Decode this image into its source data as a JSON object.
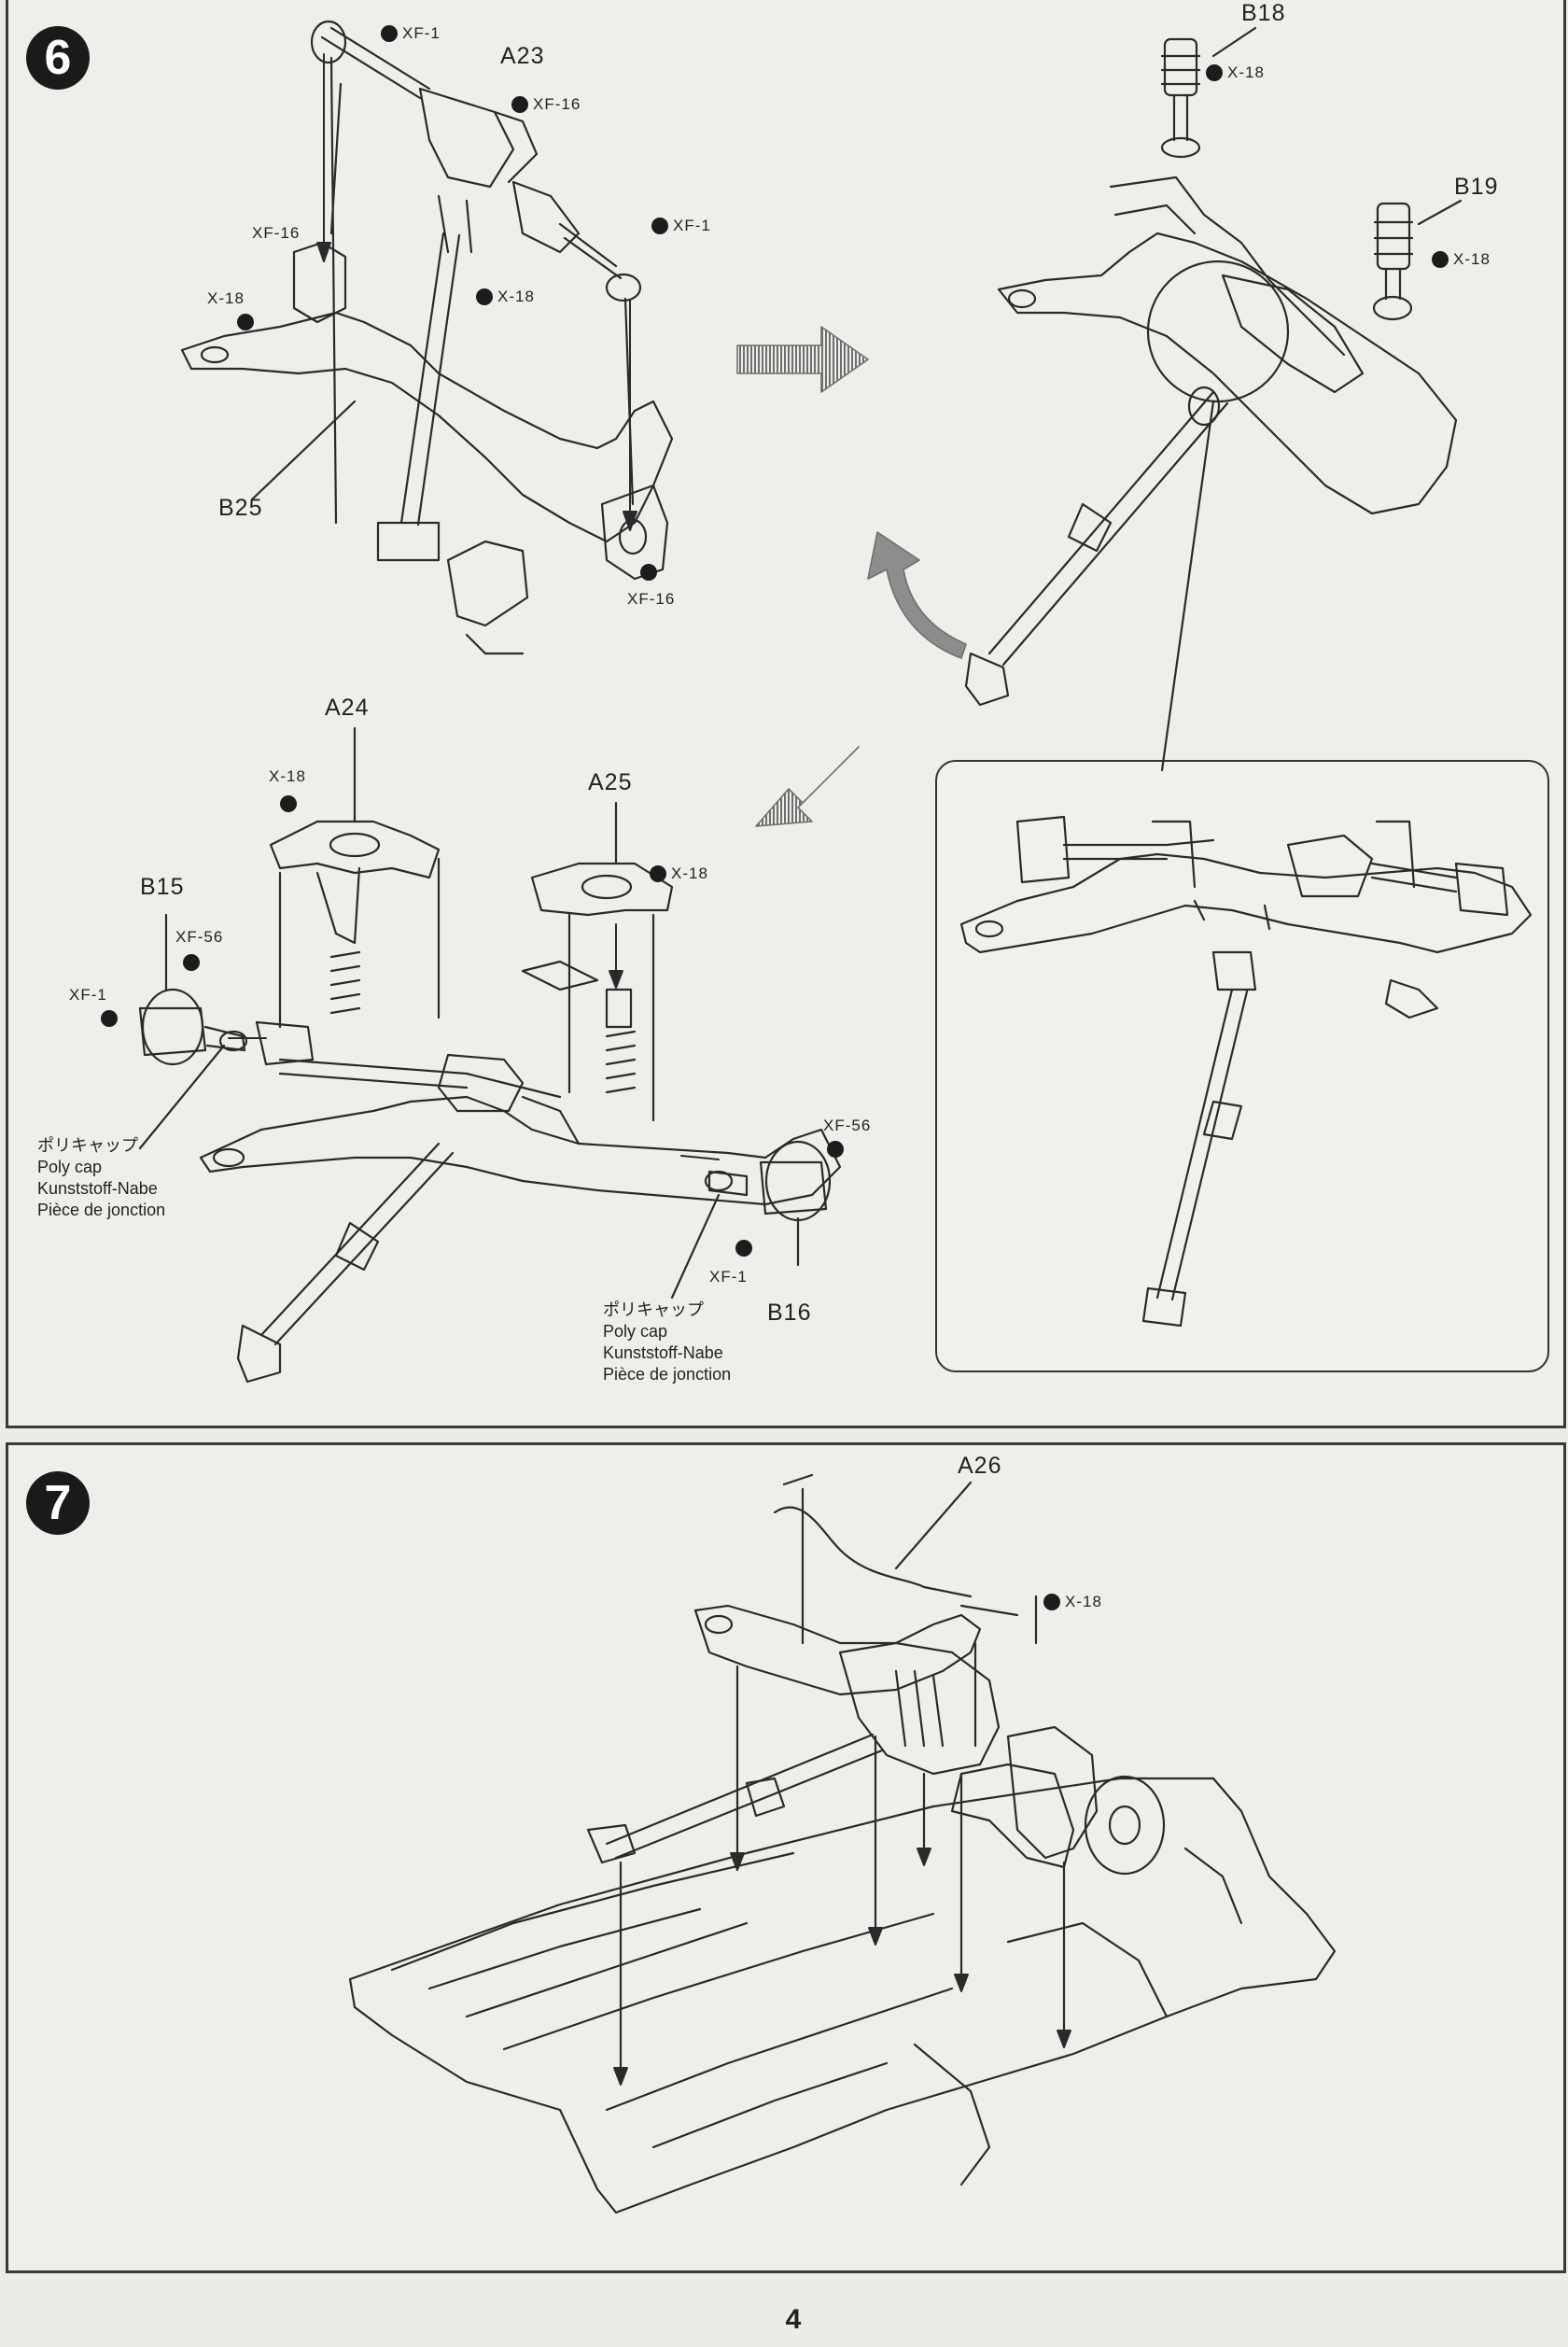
{
  "steps": {
    "step6": "6",
    "step7": "7"
  },
  "parts": {
    "a23": "A23",
    "a24": "A24",
    "a25": "A25",
    "a26": "A26",
    "b15": "B15",
    "b16": "B16",
    "b18": "B18",
    "b19": "B19",
    "b25": "B25"
  },
  "paints": {
    "xf1": "XF-1",
    "xf16": "XF-16",
    "xf56": "XF-56",
    "x18": "X-18"
  },
  "poly_cap_note": {
    "jp": "ポリキャップ",
    "en": "Poly cap",
    "de": "Kunststoff-Nabe",
    "fr": "Pièce de jonction"
  },
  "page_number": "4",
  "colors": {
    "line": "#2a2a2a",
    "part_dark": "#555555",
    "arrow_gray": "#6f6f6f"
  }
}
